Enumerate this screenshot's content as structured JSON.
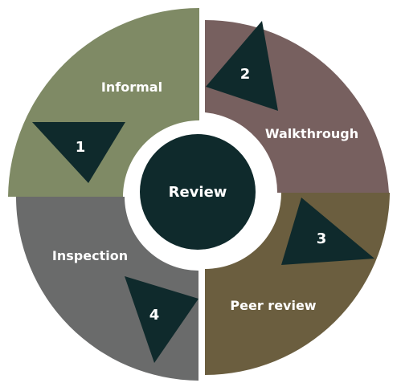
{
  "center": {
    "label": "Review",
    "color": "#0f2a2c"
  },
  "segments": [
    {
      "id": "informal",
      "label": "Informal",
      "number": "1",
      "color": "#7f8a65"
    },
    {
      "id": "walkthrough",
      "label": "Walkthrough",
      "number": "2",
      "color": "#77605f"
    },
    {
      "id": "peer-review",
      "label": "Peer review",
      "number": "3",
      "color": "#6b5e3f"
    },
    {
      "id": "inspection",
      "label": "Inspection",
      "number": "4",
      "color": "#6a6b6b"
    }
  ],
  "triangle_color": "#0f2a2c"
}
